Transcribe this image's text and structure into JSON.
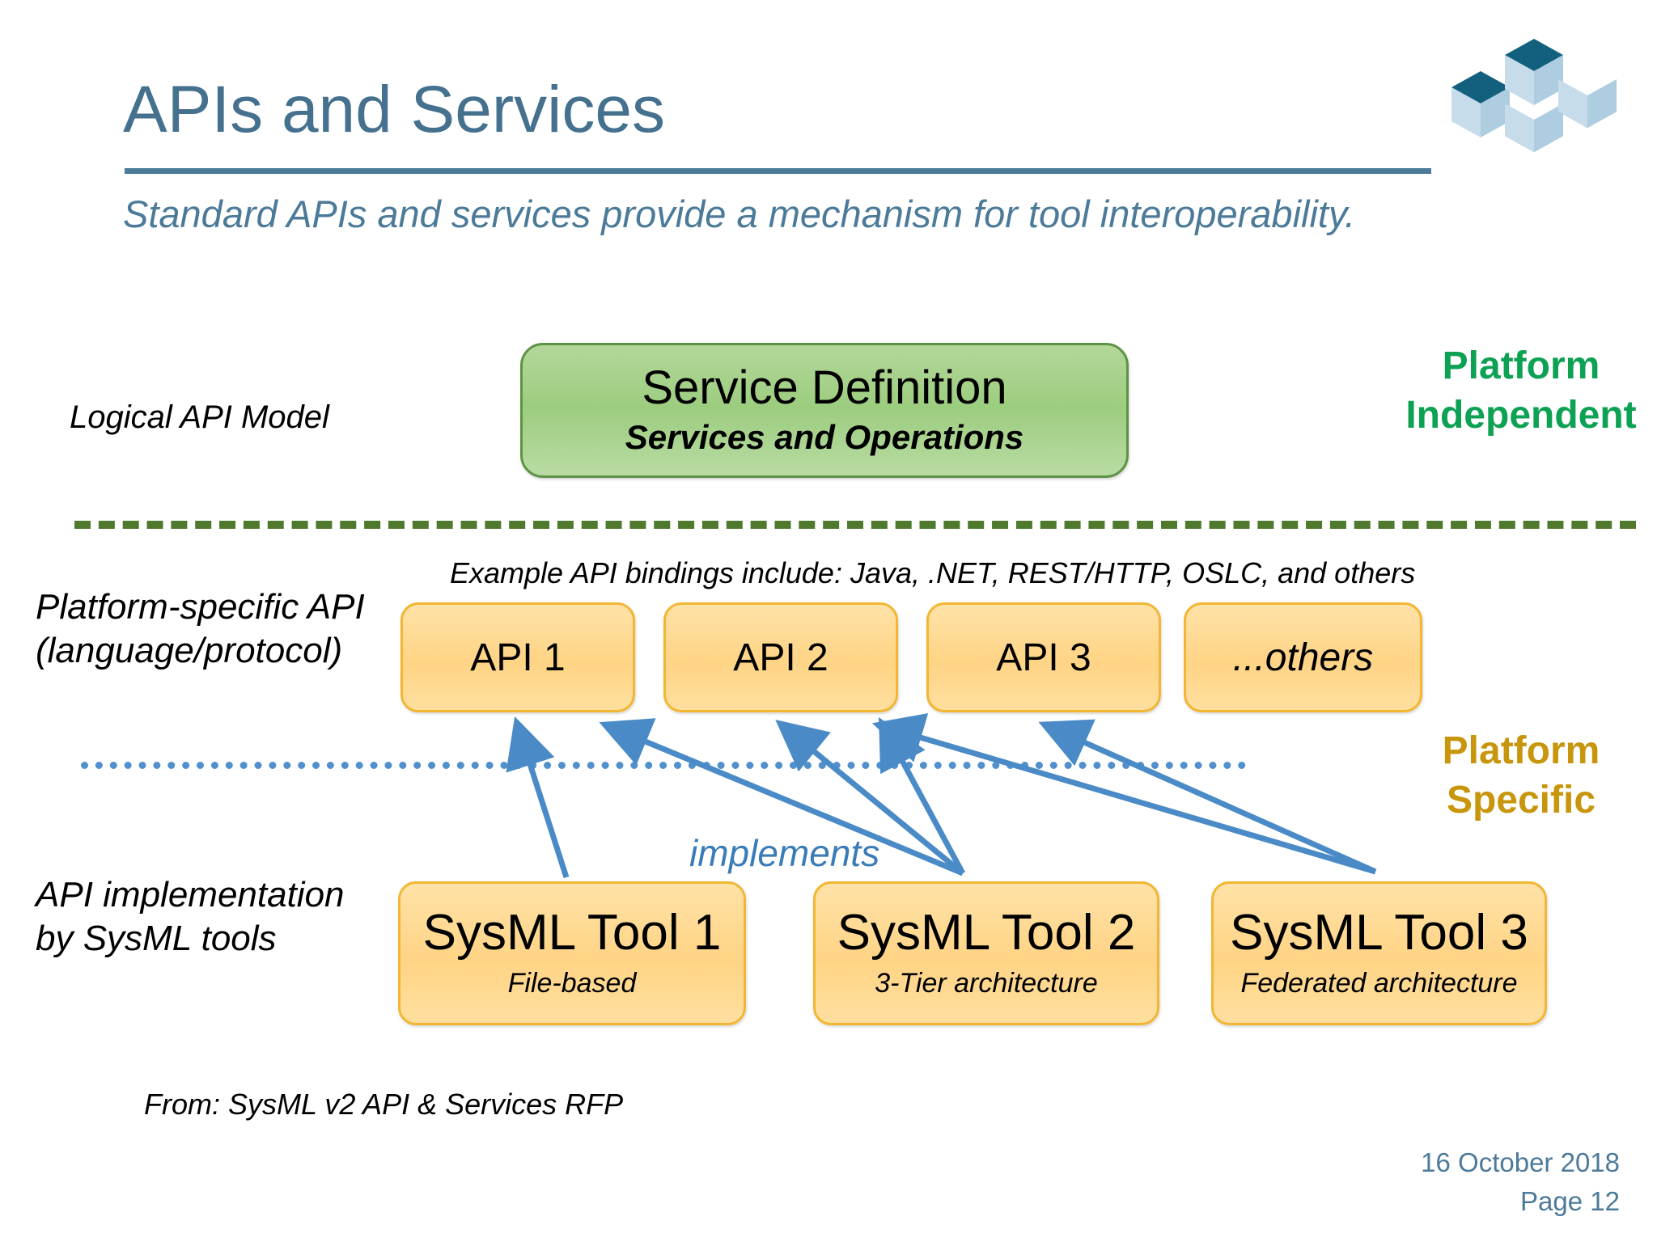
{
  "slide": {
    "title": "APIs and Services",
    "subtitle": "Standard APIs and services provide a mechanism for tool interoperability.",
    "logo_name": "omg-isometric-blocks-logo"
  },
  "rows": {
    "logical_label": "Logical API Model",
    "platform_label_line1": "Platform-specific API",
    "platform_label_line2": "(language/protocol)",
    "implementation_label_line1": "API implementation",
    "implementation_label_line2": "by SysML tools"
  },
  "bands": {
    "independent_line1": "Platform",
    "independent_line2": "Independent",
    "independent_color": "#0DA153",
    "specific_line1": "Platform",
    "specific_line2": "Specific",
    "specific_color": "#C8960C"
  },
  "service_definition": {
    "title": "Service Definition",
    "subtitle": "Services and Operations",
    "fill_color": "#9CCD7F",
    "border_color": "#5F9344"
  },
  "bindings_note": "Example API bindings include: Java, .NET, REST/HTTP, OSLC, and others",
  "api_boxes": [
    {
      "label": "API 1"
    },
    {
      "label": "API 2"
    },
    {
      "label": "API 3"
    },
    {
      "label": "...others"
    }
  ],
  "tool_boxes": [
    {
      "title": "SysML Tool 1",
      "subtitle": "File-based"
    },
    {
      "title": "SysML Tool 2",
      "subtitle": "3-Tier architecture"
    },
    {
      "title": "SysML Tool 3",
      "subtitle": "Federated architecture"
    }
  ],
  "implements_label": "implements",
  "source_note": "From: SysML v2 API & Services RFP",
  "footer": {
    "date": "16 October 2018",
    "page": "Page 12"
  },
  "colors": {
    "title_blue": "#45718F",
    "rule_blue": "#4C7A99",
    "dashed_divider": "#4F7A2D",
    "dotted_divider": "#5190CD",
    "arrow_blue": "#4A8BC7",
    "orange_fill": "#FFD485",
    "orange_border": "#F2B632"
  }
}
